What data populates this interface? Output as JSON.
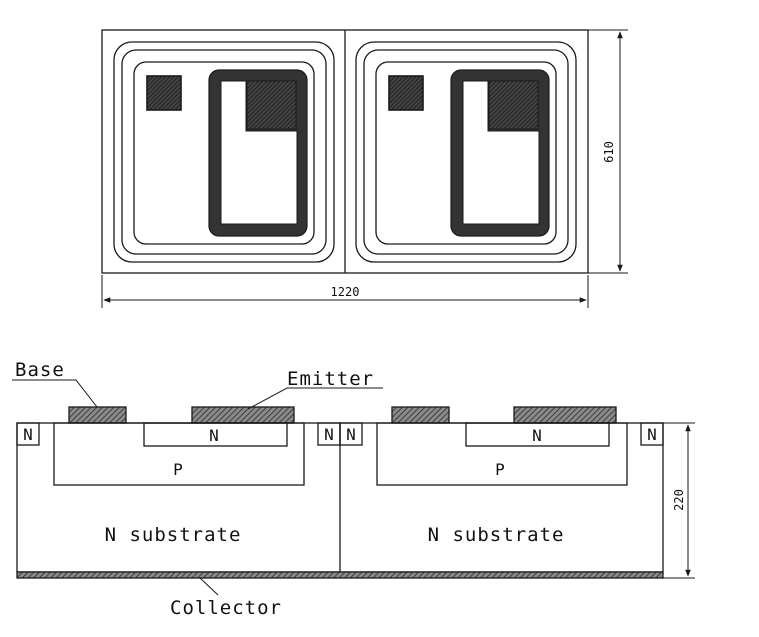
{
  "top_view": {
    "dimension_width": "1220",
    "dimension_height": "610"
  },
  "cross_section": {
    "base_label": "Base",
    "emitter_label": "Emitter",
    "collector_label": "Collector",
    "dimension_thickness": "220",
    "region_labels": {
      "n_left_edge": "N",
      "n_mid_left": "N",
      "n_mid_right": "N",
      "n_right_edge": "N",
      "n_emitter_1": "N",
      "n_emitter_2": "N",
      "p_base_1": "P",
      "p_base_2": "P",
      "substrate_1": "N substrate",
      "substrate_2": "N substrate"
    }
  },
  "colors": {
    "line": "#1a1a1a",
    "metal_fill": "#3a3a3a",
    "hatch": "#5a5a5a",
    "background": "#ffffff"
  }
}
